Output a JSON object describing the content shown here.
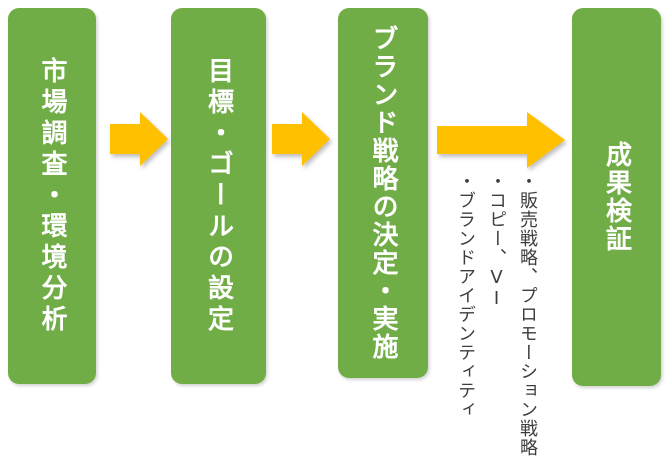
{
  "diagram": {
    "type": "horizontal-flow",
    "steps": [
      {
        "label": "市場調査・環境分析"
      },
      {
        "label": "目標・ゴールの設定"
      },
      {
        "label": "ブランド戦略の決定・実施"
      },
      {
        "label": "成果検証"
      }
    ],
    "arrows": {
      "icon": "right-block-arrow",
      "count": 3,
      "color": "#FFC000"
    },
    "annotations": {
      "items": [
        {
          "pre": "・販売戦略、プロモーション戦略",
          "latin": ""
        },
        {
          "pre": "・コピー、",
          "latin": "VI"
        },
        {
          "pre": "・ブランドアイデンティティ",
          "latin": ""
        }
      ]
    },
    "colors": {
      "box_fill": "#70AD47",
      "box_text": "#FFFFFF",
      "arrow_fill": "#FFC000",
      "annotation_text": "#3D3D3D",
      "background": "#FFFFFF"
    }
  }
}
